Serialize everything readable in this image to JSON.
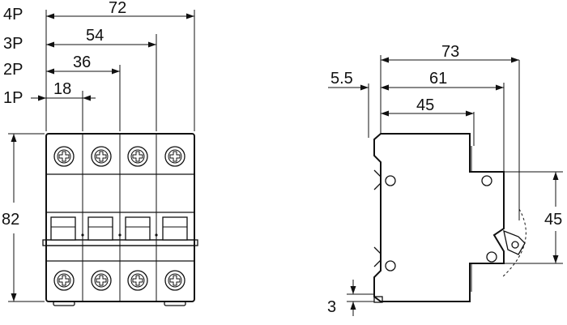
{
  "front_view": {
    "row_labels": [
      "4P",
      "3P",
      "2P",
      "1P"
    ],
    "width_values": [
      "72",
      "54",
      "36",
      "18"
    ],
    "height_value": "82"
  },
  "side_view": {
    "depth_values": [
      "73",
      "61",
      "45"
    ],
    "offset_value": "5.5",
    "rail_height_value": "45",
    "base_value": "3"
  }
}
